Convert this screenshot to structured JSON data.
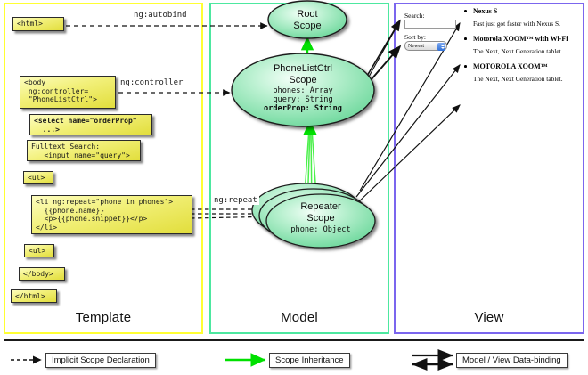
{
  "columns": [
    {
      "key": "template",
      "label": "Template",
      "color": "#ffff33"
    },
    {
      "key": "model",
      "label": "Model",
      "color": "#4de8a0"
    },
    {
      "key": "view",
      "label": "View",
      "color": "#7b66ee"
    }
  ],
  "template": {
    "boxes": [
      {
        "id": "html-open",
        "text": "<html>"
      },
      {
        "id": "body-open",
        "text": "<body\n ng:controller=\n \"PhoneListCtrl\">"
      },
      {
        "id": "select",
        "text": "<select name=\"orderProp\"\n  ...>"
      },
      {
        "id": "fulltext",
        "text": "Fulltext Search:\n   <input name=\"query\">"
      },
      {
        "id": "ul-open",
        "text": "<ul>"
      },
      {
        "id": "li-repeat",
        "text": "<li ng:repeat=\"phone in phones\">\n  {{phone.name}}\n  <p>{{phone.snippet}}</p>\n</li>"
      },
      {
        "id": "ul-close",
        "text": "<ul>"
      },
      {
        "id": "body-close",
        "text": "</body>"
      },
      {
        "id": "html-close",
        "text": "</html>"
      }
    ]
  },
  "edge_labels": {
    "autobind": "ng:autobind",
    "controller": "ng:controller",
    "repeat": "ng:repeat"
  },
  "model": {
    "scopes": [
      {
        "id": "root",
        "title_line1": "Root",
        "title_line2": "Scope",
        "props": []
      },
      {
        "id": "ctrl",
        "title_line1": "PhoneListCtrl",
        "title_line2": "Scope",
        "props": [
          {
            "text": "phones: Array",
            "bold": false
          },
          {
            "text": "query: String",
            "bold": false
          },
          {
            "text": "orderProp: String",
            "bold": true
          }
        ]
      },
      {
        "id": "repeater",
        "title_line1": "Repeater",
        "title_line2": "Scope",
        "props": [
          {
            "text": "phone: Object",
            "bold": false
          }
        ]
      }
    ]
  },
  "view": {
    "search_label": "Search:",
    "search_value": "",
    "sort_label": "Sort by:",
    "sort_selected": "Newest",
    "phones": [
      {
        "name": "Nexus S",
        "snippet": "Fast just got faster with Nexus S."
      },
      {
        "name": "Motorola XOOM™  with Wi-Fi",
        "snippet": "The Next, Next Generation tablet."
      },
      {
        "name": "MOTOROLA XOOM™",
        "snippet": "The Next, Next Generation tablet."
      }
    ]
  },
  "legend": [
    {
      "id": "implicit",
      "label": "Implicit Scope Declaration",
      "style": "dashed-arrow",
      "color": "#111111"
    },
    {
      "id": "inheritance",
      "label": "Scope Inheritance",
      "style": "solid-arrow",
      "color": "#00e000"
    },
    {
      "id": "databinding",
      "label": "Model / View Data-binding",
      "style": "double-arrow",
      "color": "#111111"
    }
  ]
}
